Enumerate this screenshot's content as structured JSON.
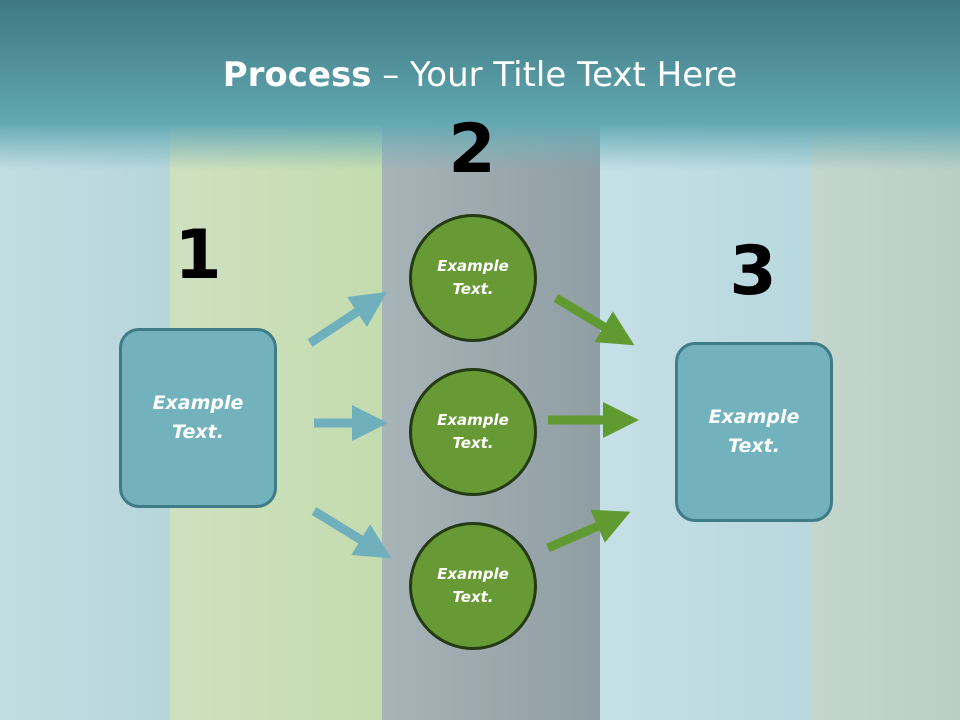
{
  "slide": {
    "title_bold": "Process",
    "title_rest": " – Your Title Text Here"
  },
  "steps": {
    "step1": "1",
    "step2": "2",
    "step3": "3"
  },
  "left_box": {
    "text": "Example\nText."
  },
  "circles": [
    {
      "text": "Example\nText."
    },
    {
      "text": "Example\nText."
    },
    {
      "text": "Example\nText."
    }
  ],
  "right_box": {
    "text": "Example\nText."
  },
  "colors": {
    "teal_box": "#72b2bd",
    "teal_arrow": "#6fb0bc",
    "green_circle": "#679a34",
    "green_arrow": "#609a30",
    "title_band": "#4f8f98"
  }
}
